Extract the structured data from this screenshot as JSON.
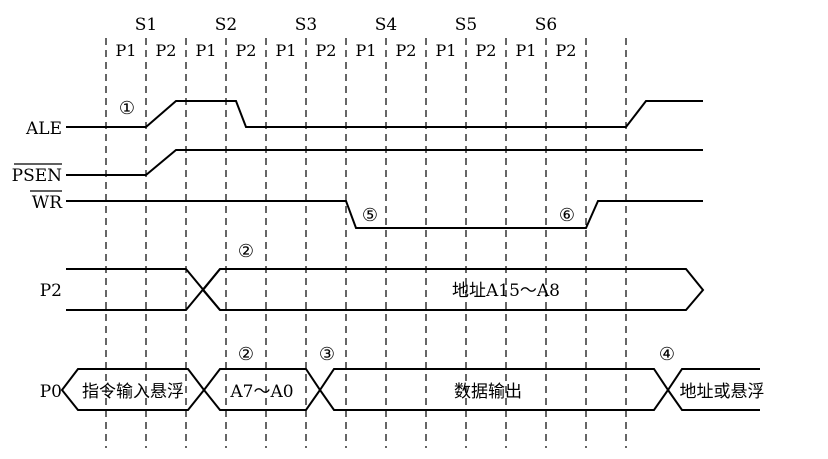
{
  "states": [
    "S1",
    "S2",
    "S3",
    "S4",
    "S5",
    "S6"
  ],
  "phases": [
    "P1",
    "P2",
    "P1",
    "P2",
    "P1",
    "P2",
    "P1",
    "P2",
    "P1",
    "P2",
    "P1",
    "P2"
  ],
  "signals": {
    "ale": "ALE",
    "psen": "PSEN",
    "wr": "WR",
    "p2": "P2",
    "p0": "P0"
  },
  "buses": {
    "p2_address": "地址A15～A8",
    "p0_instruction": "指令输入悬浮",
    "p0_address_low": "A7～A0",
    "p0_data": "数据输出",
    "p0_end": "地址或悬浮"
  },
  "markers": {
    "m1": "①",
    "m2_p2": "②",
    "m2_p0": "②",
    "m3": "③",
    "m4": "④",
    "m5": "⑤",
    "m6": "⑥"
  }
}
